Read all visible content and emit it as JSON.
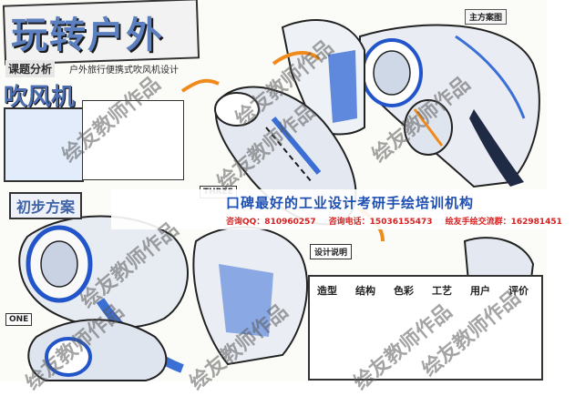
{
  "title": {
    "text": "玩转户外"
  },
  "subtitle": {
    "label": "课题分析",
    "note": "户外旅行便携式吹风机设计"
  },
  "product_tag": "吹风机",
  "labels": {
    "main_view": "主方案图",
    "sketch": "初步方案",
    "three": "THREE",
    "one": "ONE",
    "design_notes": "设计说明"
  },
  "banner": {
    "title": "口碑最好的工业设计考研手绘培训机构",
    "contacts": [
      "咨询QQ：810960257",
      "咨询电话：15036155473",
      "绘友手绘交流群：162981451"
    ]
  },
  "info_table_headers": [
    "造型",
    "结构",
    "色彩",
    "工艺",
    "用户",
    "评价"
  ],
  "watermarks": [
    "绘友教师作品",
    "绘友教师作品",
    "绘友教师作品",
    "绘友教师作品",
    "绘友教师作品",
    "绘友教师作品",
    "绘友教师作品",
    "绘友教师作品",
    "绘友教师作品"
  ],
  "colors": {
    "accent_blue": "#3b6fd6",
    "accent_orange": "#f08a1c",
    "banner_blue": "#1e4fb3",
    "contact_red": "#d91f1f"
  }
}
